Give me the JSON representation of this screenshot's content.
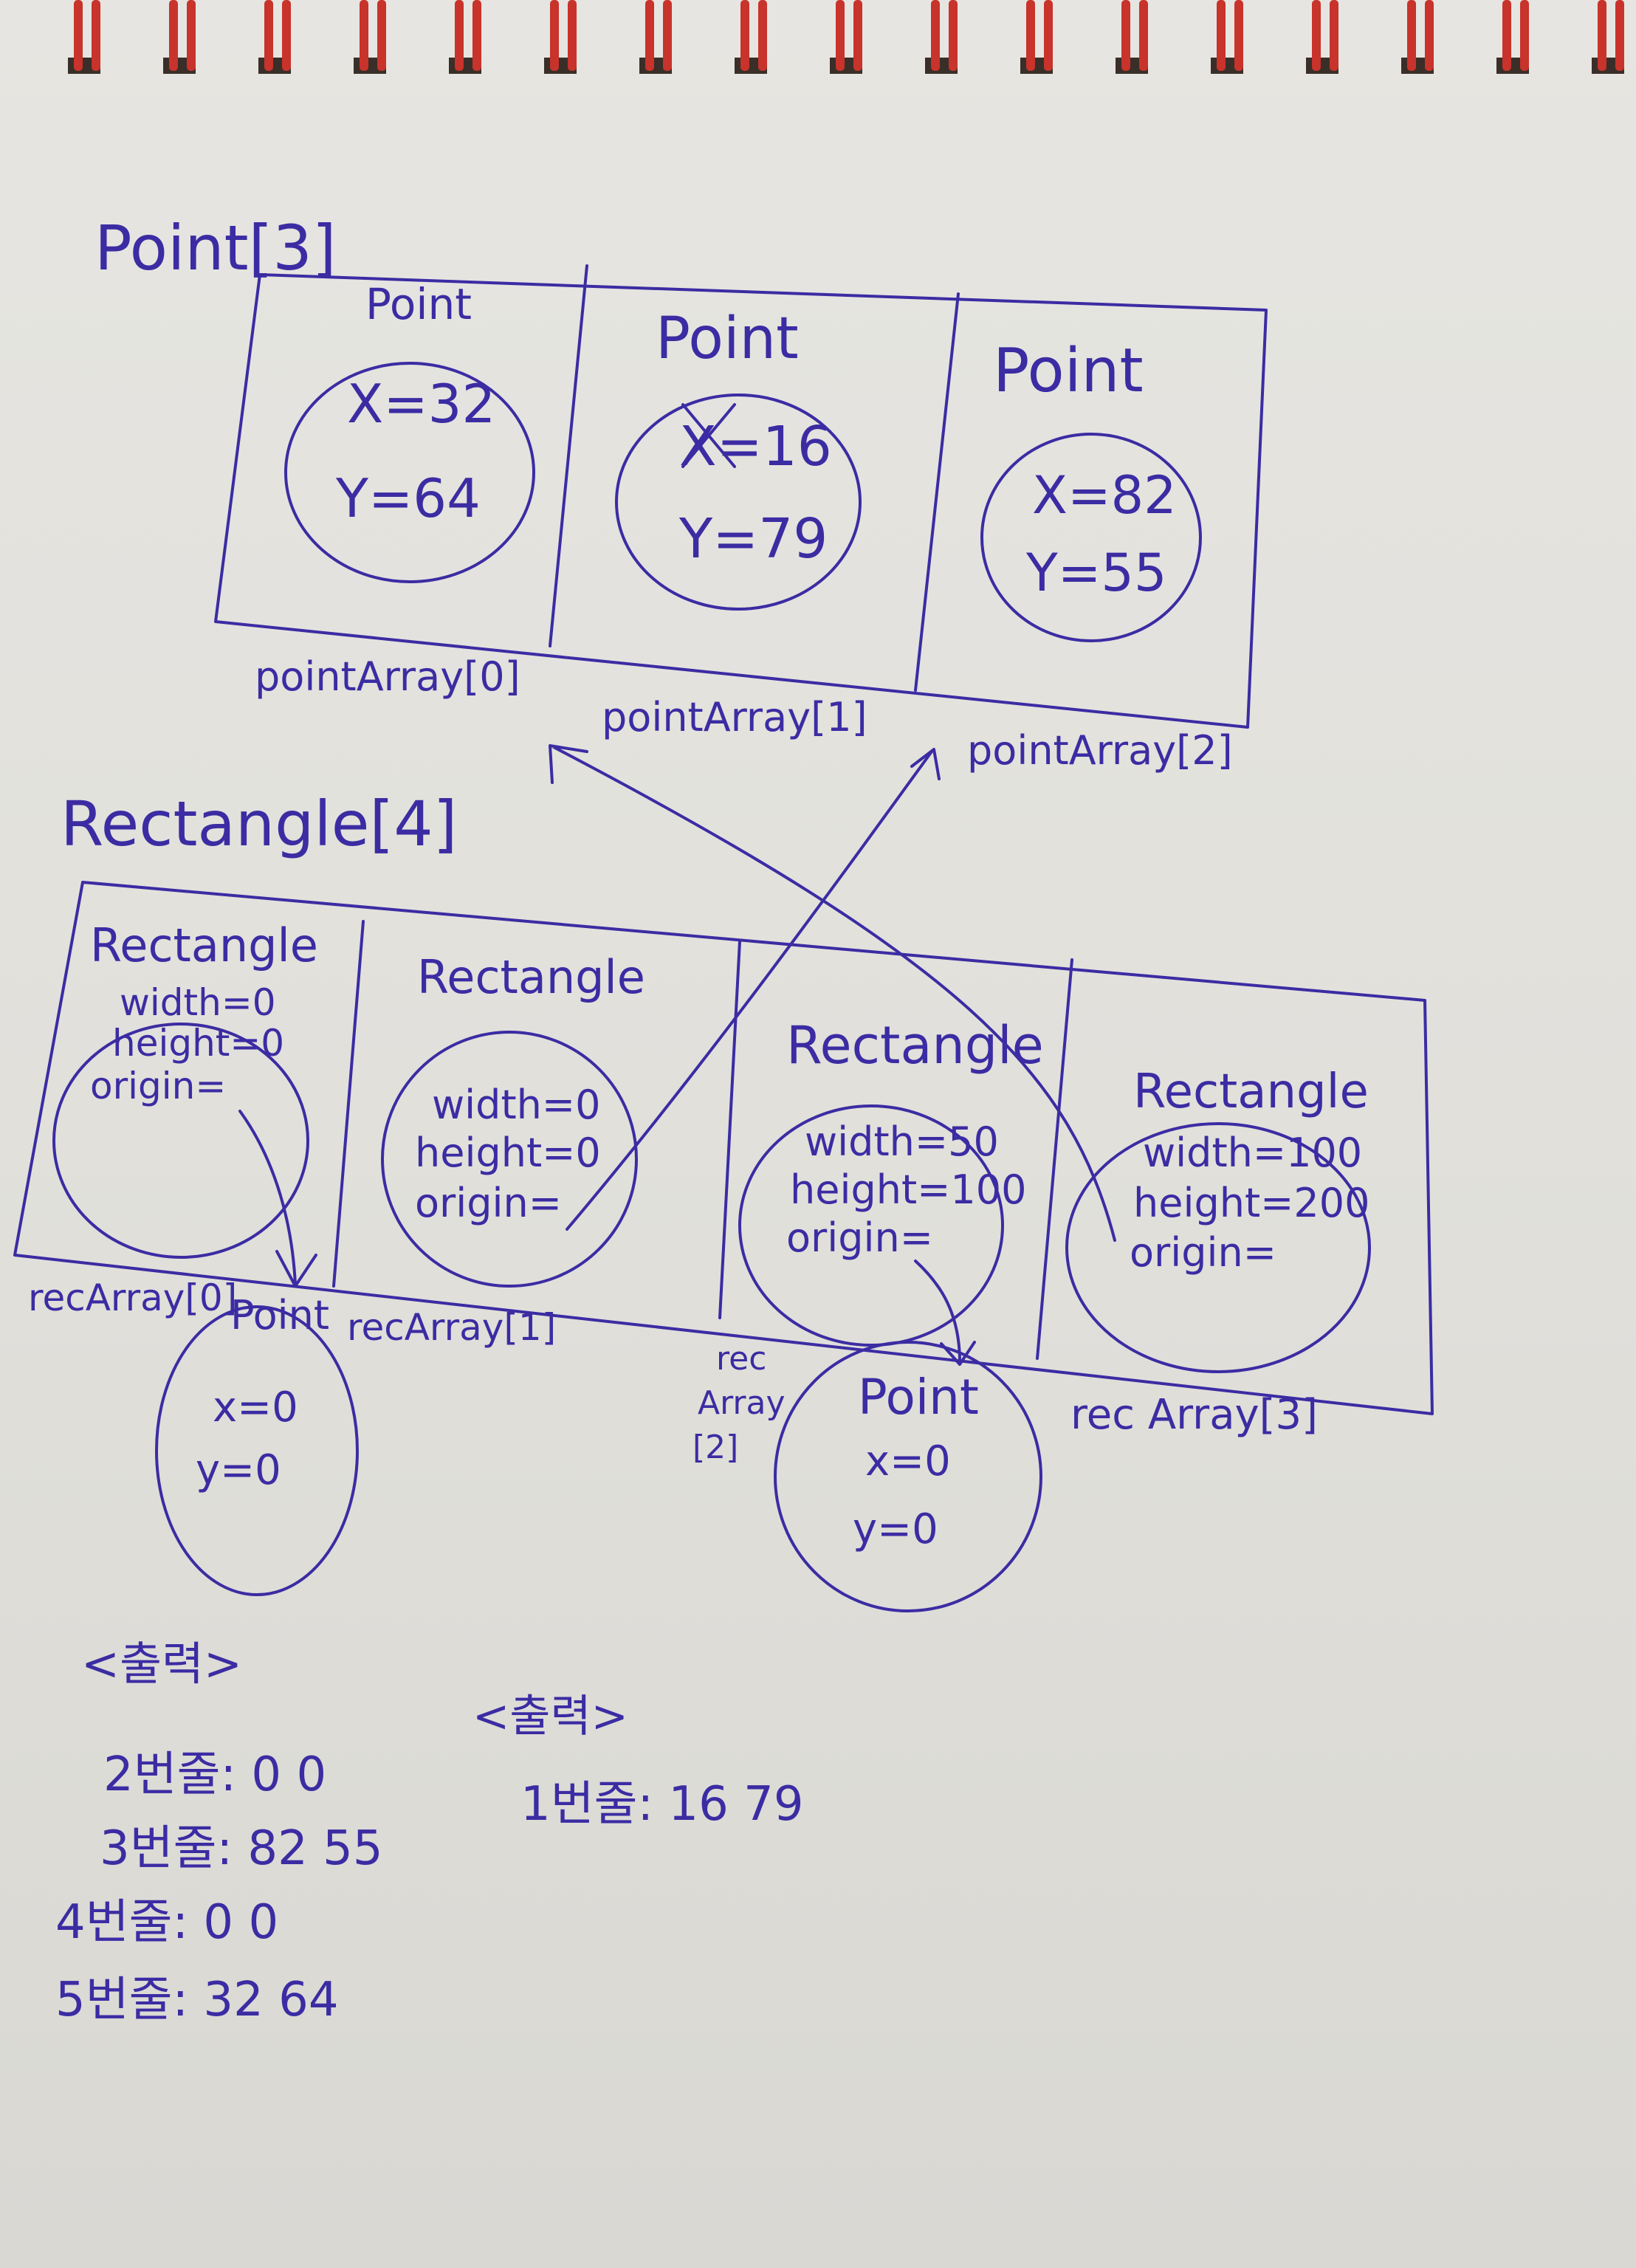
{
  "binding": {
    "ring_color": "#c8332b",
    "ring_count": 17
  },
  "ink_color": "#3b2ca3",
  "point_array": {
    "title": "Point[3]",
    "cells": [
      {
        "type": "Point",
        "x": "X=32",
        "y": "Y=64",
        "label": "pointArray[0]"
      },
      {
        "type": "Point",
        "x": "X=16",
        "y": "Y=79",
        "label": "pointArray[1]"
      },
      {
        "type": "Point",
        "x": "X=82",
        "y": "Y=55",
        "label": "pointArray[2]"
      }
    ]
  },
  "rectangle_array": {
    "title": "Rectangle[4]",
    "cells": [
      {
        "type": "Rectangle",
        "width": "width=0",
        "height": "height=0",
        "origin": "origin=",
        "label": "recArray[0]"
      },
      {
        "type": "Rectangle",
        "width": "width=0",
        "height": "height=0",
        "origin": "origin=",
        "label": "recArray[1]"
      },
      {
        "type": "Rectangle",
        "width": "width=50",
        "height": "height=100",
        "origin": "origin=",
        "label_lines": [
          "rec",
          "Array",
          "[2]"
        ]
      },
      {
        "type": "Rectangle",
        "width": "width=100",
        "height": "height=200",
        "origin": "origin=",
        "label": "rec Array[3]"
      }
    ]
  },
  "origin_points": [
    {
      "type": "Point",
      "x": "x=0",
      "y": "y=0"
    },
    {
      "type": "Point",
      "x": "x=0",
      "y": "y=0"
    }
  ],
  "output_left": {
    "heading": "<출력>",
    "lines": [
      "2번줄: 0 0",
      "3번줄: 82 55",
      "4번줄: 0 0",
      "5번줄: 32 64"
    ]
  },
  "output_right": {
    "heading": "<출력>",
    "lines": [
      "1번줄: 16 79"
    ]
  }
}
